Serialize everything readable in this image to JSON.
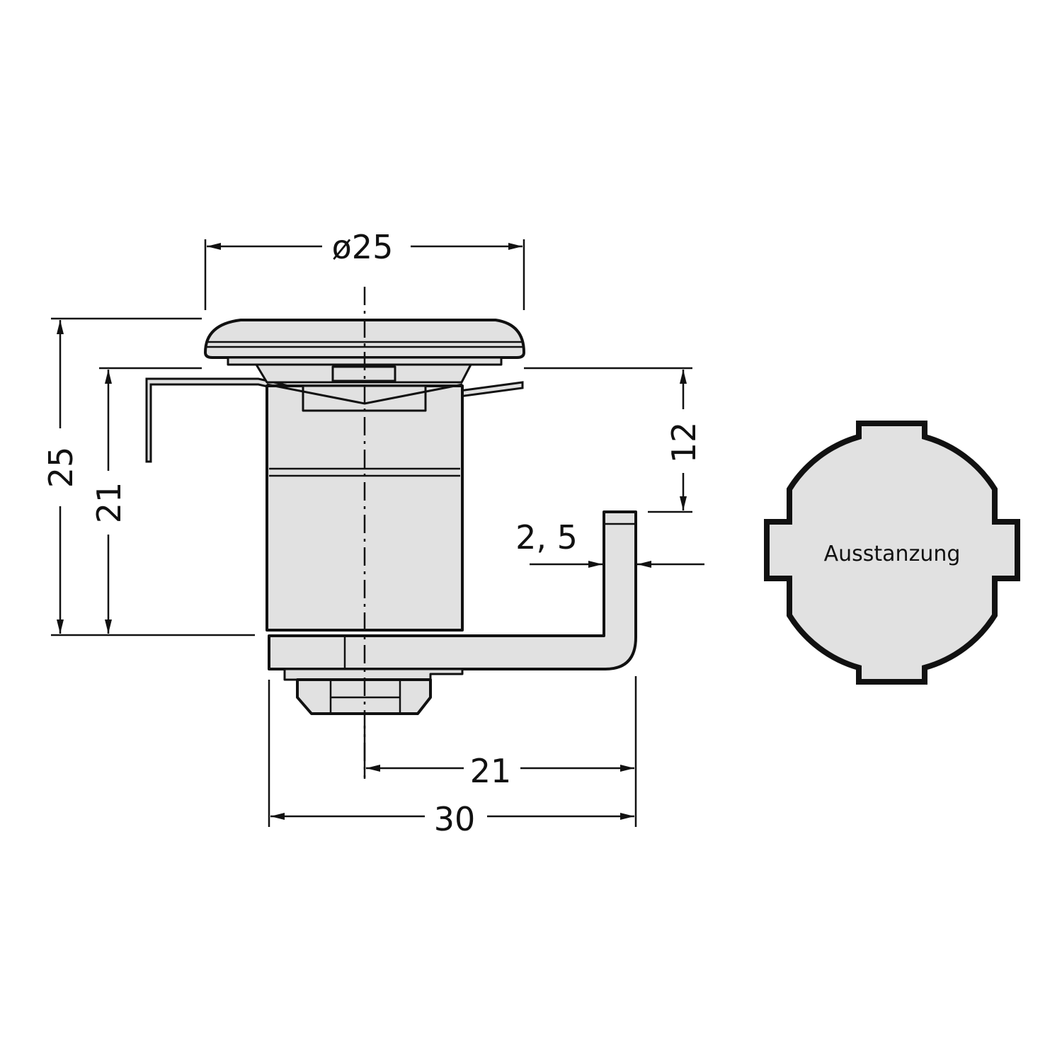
{
  "drawing": {
    "dimensions": {
      "diameter_top": "ø25",
      "total_height": "25",
      "body_height": "21",
      "cam_offset": "12",
      "cam_thickness": "2, 5",
      "cam_length_from_axis": "21",
      "total_width": "30"
    },
    "cutout_label": "Ausstanzung",
    "colors": {
      "fill": "#e1e1e1",
      "line": "#111111"
    }
  }
}
